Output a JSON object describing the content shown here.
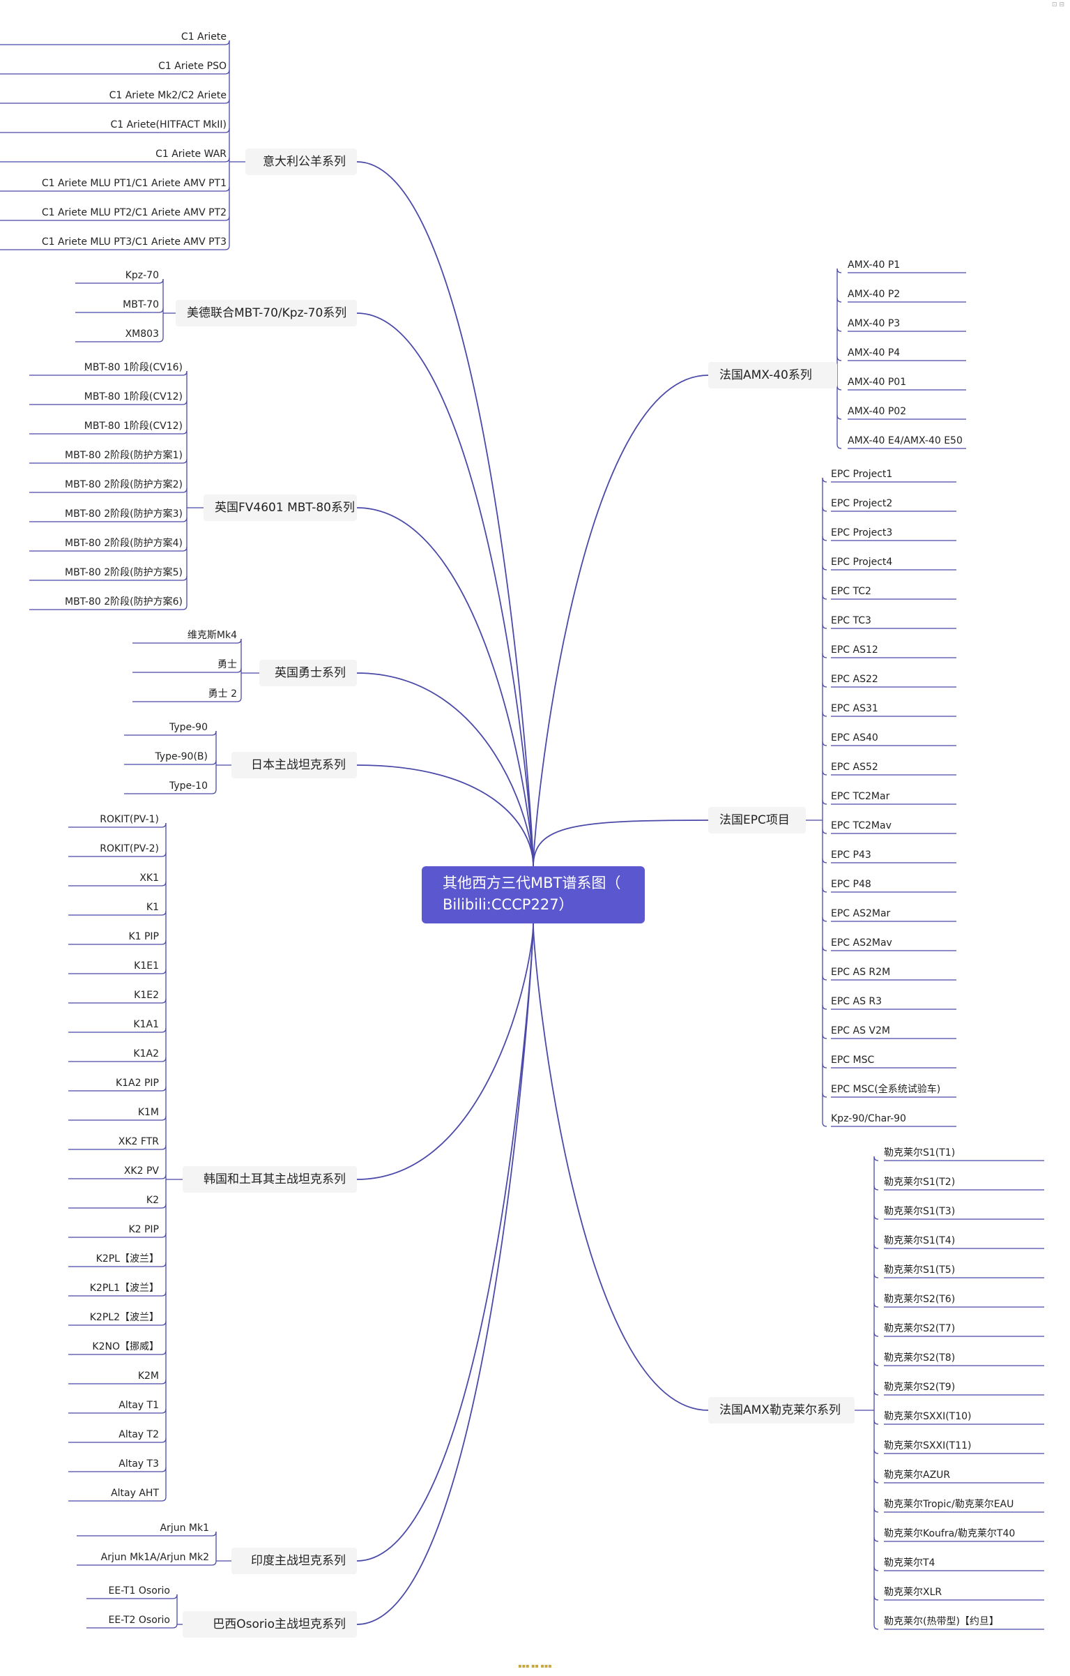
{
  "root": {
    "line1": "其他西方三代MBT谱系图（",
    "line2": "Bilibili:CCCP227）"
  },
  "colors": {
    "root_fill": "#5b57cf",
    "line": "#4a48a8",
    "node_fill": "#f4f4f4"
  },
  "branches": [
    {
      "label": "意大利公羊系列",
      "side": "left",
      "leaves": [
        "C1 Ariete",
        "C1 Ariete PSO",
        "C1 Ariete Mk2/C2 Ariete",
        "C1 Ariete(HITFACT MkII)",
        "C1 Ariete WAR",
        "C1 Ariete MLU PT1/C1 Ariete AMV PT1",
        "C1 Ariete MLU PT2/C1 Ariete AMV PT2",
        "C1 Ariete MLU PT3/C1 Ariete AMV PT3"
      ]
    },
    {
      "label": "美德联合MBT-70/Kpz-70系列",
      "side": "left",
      "leaves": [
        "Kpz-70",
        "MBT-70",
        "XM803"
      ]
    },
    {
      "label": "英国FV4601 MBT-80系列",
      "side": "left",
      "leaves": [
        "MBT-80 1阶段(CV16)",
        "MBT-80 1阶段(CV12)",
        "MBT-80 1阶段(CV12)",
        "MBT-80 2阶段(防护方案1)",
        "MBT-80 2阶段(防护方案2)",
        "MBT-80 2阶段(防护方案3)",
        "MBT-80 2阶段(防护方案4)",
        "MBT-80 2阶段(防护方案5)",
        "MBT-80 2阶段(防护方案6)"
      ]
    },
    {
      "label": "英国勇士系列",
      "side": "left",
      "leaves": [
        "维克斯Mk4",
        "勇士",
        "勇士 2"
      ]
    },
    {
      "label": "日本主战坦克系列",
      "side": "left",
      "leaves": [
        "Type-90",
        "Type-90(B)",
        "Type-10"
      ]
    },
    {
      "label": "韩国和土耳其主战坦克系列",
      "side": "left",
      "leaves": [
        "ROKIT(PV-1)",
        "ROKIT(PV-2)",
        "XK1",
        "K1",
        "K1 PIP",
        "K1E1",
        "K1E2",
        "K1A1",
        "K1A2",
        "K1A2 PIP",
        "K1M",
        "XK2 FTR",
        "XK2 PV",
        "K2",
        "K2 PIP",
        "K2PL【波兰】",
        "K2PL1【波兰】",
        "K2PL2【波兰】",
        "K2NO【挪威】",
        "K2M",
        "Altay T1",
        "Altay T2",
        "Altay T3",
        "Altay AHT"
      ]
    },
    {
      "label": "印度主战坦克系列",
      "side": "left",
      "leaves": [
        "Arjun Mk1",
        "Arjun Mk1A/Arjun Mk2"
      ]
    },
    {
      "label": "巴西Osorio主战坦克系列",
      "side": "left",
      "leaves": [
        "EE-T1 Osorio",
        "EE-T2 Osorio"
      ]
    },
    {
      "label": "法国AMX-40系列",
      "side": "right",
      "leaves": [
        "AMX-40 P1",
        "AMX-40 P2",
        "AMX-40 P3",
        "AMX-40 P4",
        "AMX-40 P01",
        "AMX-40 P02",
        "AMX-40 E4/AMX-40 E50"
      ]
    },
    {
      "label": "法国EPC项目",
      "side": "right",
      "leaves": [
        "EPC Project1",
        "EPC Project2",
        "EPC Project3",
        "EPC Project4",
        "EPC TC2",
        "EPC TC3",
        "EPC AS12",
        "EPC AS22",
        "EPC AS31",
        "EPC AS40",
        "EPC AS52",
        "EPC TC2Mar",
        "EPC TC2Mav",
        "EPC P43",
        "EPC P48",
        "EPC AS2Mar",
        "EPC AS2Mav",
        "EPC AS R2M",
        "EPC AS R3",
        "EPC AS V2M",
        "EPC MSC",
        "EPC MSC(全系统试验车)",
        "Kpz-90/Char-90"
      ]
    },
    {
      "label": "法国AMX勒克莱尔系列",
      "side": "right",
      "leaves": [
        "勒克莱尔S1(T1)",
        "勒克莱尔S1(T2)",
        "勒克莱尔S1(T3)",
        "勒克莱尔S1(T4)",
        "勒克莱尔S1(T5)",
        "勒克莱尔S2(T6)",
        "勒克莱尔S2(T7)",
        "勒克莱尔S2(T8)",
        "勒克莱尔S2(T9)",
        "勒克莱尔SXXI(T10)",
        "勒克莱尔SXXI(T11)",
        "勒克莱尔AZUR",
        "勒克莱尔Tropic/勒克莱尔EAU",
        "勒克莱尔Koufra/勒克莱尔T40",
        "勒克莱尔T4",
        "勒克莱尔XLR",
        "勒克莱尔(热带型)【约旦】"
      ]
    }
  ]
}
